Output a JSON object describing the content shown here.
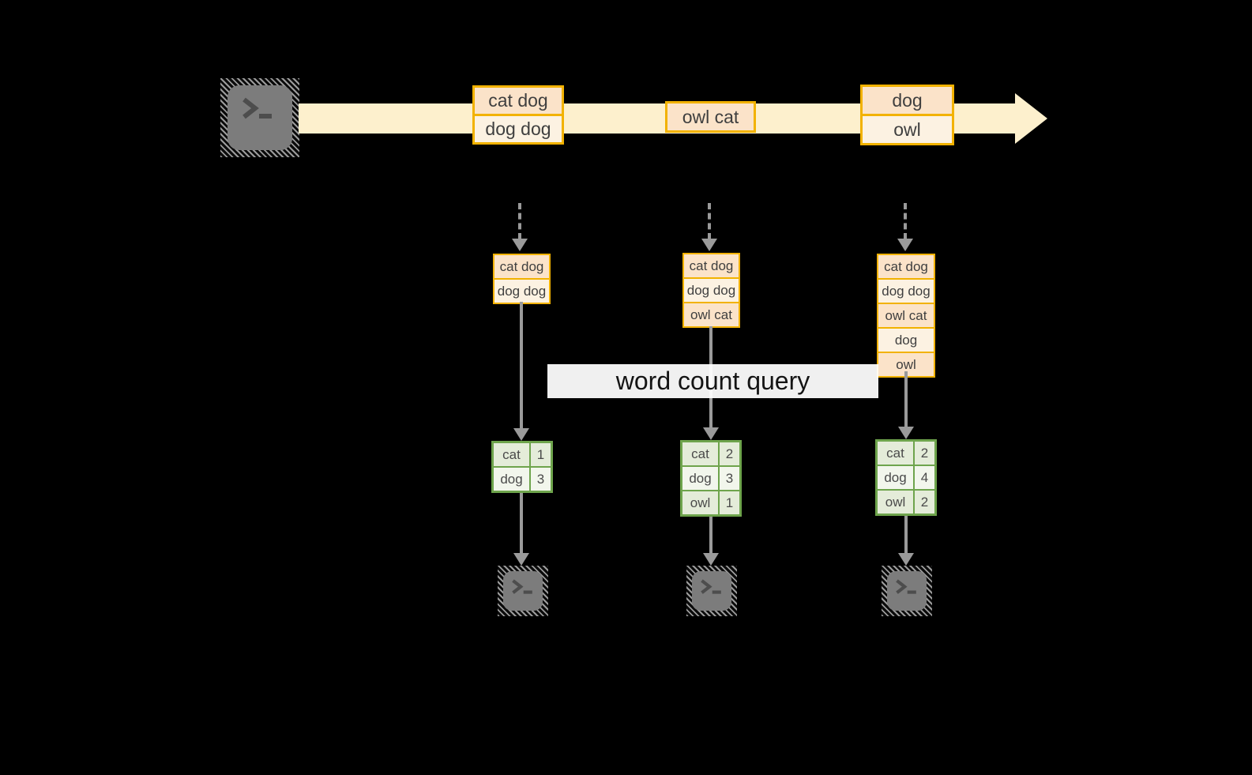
{
  "diagram": {
    "query_banner": "word count query",
    "stream_events": [
      {
        "cells": [
          "cat dog",
          "dog dog"
        ]
      },
      {
        "cells": [
          "owl cat"
        ]
      },
      {
        "cells": [
          "dog",
          "owl"
        ]
      }
    ],
    "task_buffers": [
      {
        "cells": [
          "cat dog",
          "dog dog"
        ]
      },
      {
        "cells": [
          "cat dog",
          "dog dog",
          "owl cat"
        ]
      },
      {
        "cells": [
          "cat dog",
          "dog dog",
          "owl cat",
          "dog",
          "owl"
        ]
      }
    ],
    "count_tables": [
      {
        "rows": [
          {
            "word": "cat",
            "count": "1"
          },
          {
            "word": "dog",
            "count": "3"
          }
        ]
      },
      {
        "rows": [
          {
            "word": "cat",
            "count": "2"
          },
          {
            "word": "dog",
            "count": "3"
          },
          {
            "word": "owl",
            "count": "1"
          }
        ]
      },
      {
        "rows": [
          {
            "word": "cat",
            "count": "2"
          },
          {
            "word": "dog",
            "count": "4"
          },
          {
            "word": "owl",
            "count": "2"
          }
        ]
      }
    ],
    "icons": [
      "terminal-icon"
    ]
  },
  "colors": {
    "background": "#000000",
    "stream_band": "#fdf0cd",
    "event_border": "#f2b200",
    "event_fill_dark": "#fbe3c9",
    "event_fill_light": "#fcf2e2",
    "table_border": "#6ea44c",
    "table_fill_green": "#e4ecd9",
    "table_fill_pale": "#f2f6ec",
    "arrow_gray": "#9a9a9a",
    "banner_bg": "#ffffff",
    "text": "#3f3f3f"
  }
}
